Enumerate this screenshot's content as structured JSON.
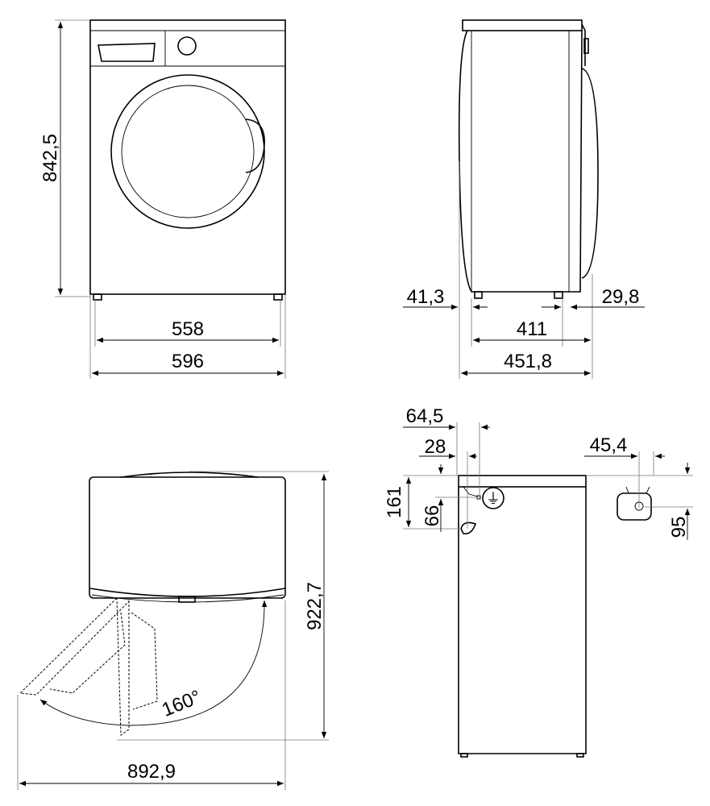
{
  "drawing": {
    "front_view": {
      "height": "842,5",
      "feet_width": "558",
      "width": "596"
    },
    "side_view": {
      "rear_offset": "41,3",
      "front_offset": "29,8",
      "feet_depth": "411",
      "depth": "451,8"
    },
    "top_view": {
      "door_angle": "160°",
      "depth_door_open": "922,7",
      "width_door_open": "892,9"
    },
    "rear_view": {
      "plug_offset": "64,5",
      "inlet_offset": "28",
      "drain_offset": "45,4",
      "inlet_height": "161",
      "plug_height": "66",
      "drain_height": "95"
    }
  }
}
